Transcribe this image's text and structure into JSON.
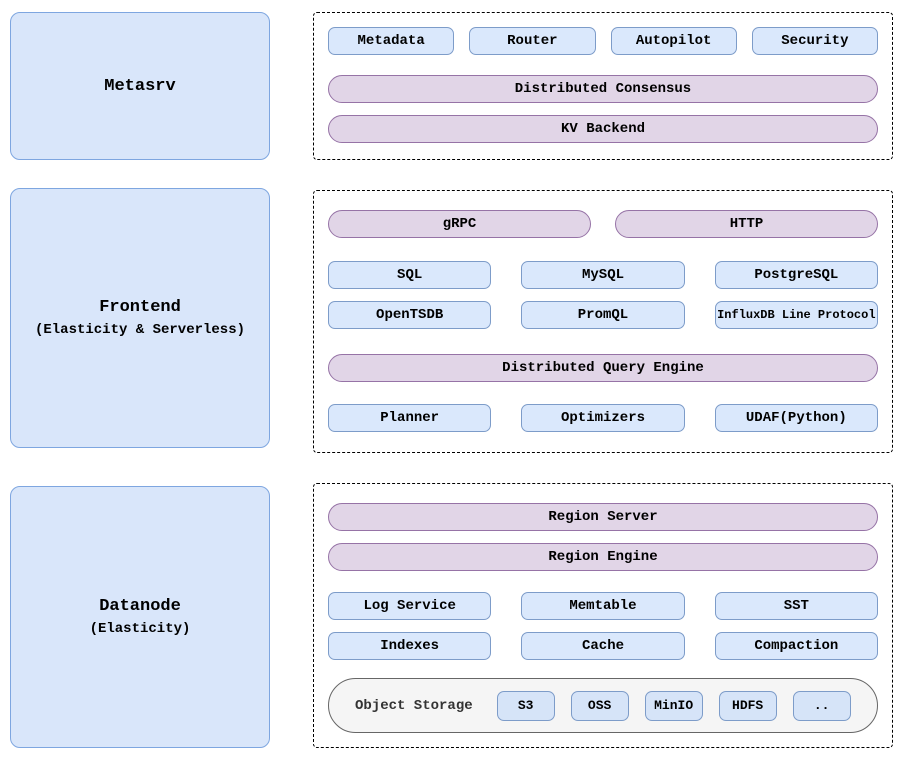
{
  "palette": {
    "chip_fill": "#dae8fc",
    "chip_border": "#7d9cc9",
    "pill_fill": "#e1d5e7",
    "pill_border": "#9673a6",
    "side_node_fill": "#d9e6fa",
    "side_node_border": "#7ea6e0",
    "storage_group_fill": "#f5f5f5",
    "storage_group_border": "#666666",
    "dashed_border": "#000000"
  },
  "metasrv": {
    "title": "Metasrv",
    "chips": [
      "Metadata",
      "Router",
      "Autopilot",
      "Security"
    ],
    "pills": [
      "Distributed Consensus",
      "KV Backend"
    ]
  },
  "frontend": {
    "title": "Frontend",
    "subtitle": "(Elasticity & Serverless)",
    "transport_pills": [
      "gRPC",
      "HTTP"
    ],
    "protocol_row1": [
      "SQL",
      "MySQL",
      "PostgreSQL"
    ],
    "protocol_row2": [
      "OpenTSDB",
      "PromQL",
      "InfluxDB Line Protocol"
    ],
    "engine_pill": "Distributed Query Engine",
    "engine_components": [
      "Planner",
      "Optimizers",
      "UDAF(Python)"
    ]
  },
  "datanode": {
    "title": "Datanode",
    "subtitle": "(Elasticity)",
    "pills": [
      "Region Server",
      "Region Engine"
    ],
    "component_row1": [
      "Log Service",
      "Memtable",
      "SST"
    ],
    "component_row2": [
      "Indexes",
      "Cache",
      "Compaction"
    ],
    "object_storage": {
      "label": "Object Storage",
      "backends": [
        "S3",
        "OSS",
        "MinIO",
        "HDFS",
        ".."
      ]
    }
  }
}
